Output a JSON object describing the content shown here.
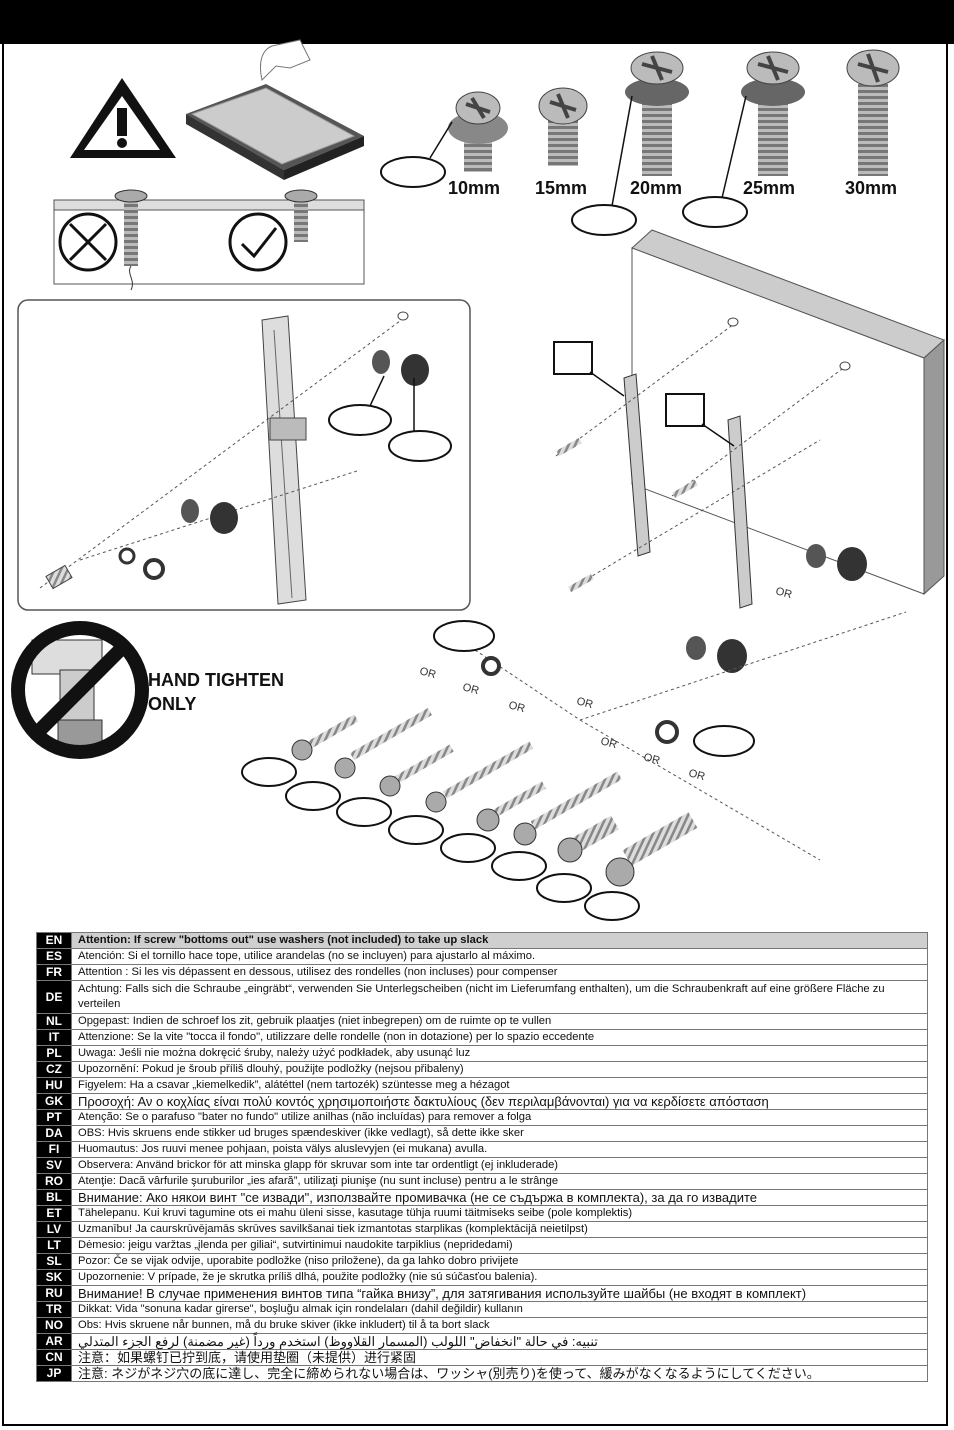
{
  "sizes": [
    "10mm",
    "15mm",
    "20mm",
    "25mm",
    "30mm"
  ],
  "hand_tighten": {
    "line1": "HAND TIGHTEN",
    "line2": "ONLY"
  },
  "or_label": "OR",
  "languages": [
    {
      "code": "EN",
      "text": "Attention: If screw \"bottoms out\" use washers (not included) to take up slack"
    },
    {
      "code": "ES",
      "text": "Atención: Si el tornillo hace tope, utilice arandelas (no se incluyen) para ajustarlo al máximo."
    },
    {
      "code": "FR",
      "text": "Attention : Si les vis dépassent en dessous, utilisez des rondelles (non incluses) pour compenser"
    },
    {
      "code": "DE",
      "text": "Achtung: Falls sich die Schraube „eingräbt“, verwenden Sie Unterlegscheiben (nicht im Lieferumfang enthalten), um die Schraubenkraft auf eine größere Fläche zu verteilen"
    },
    {
      "code": "NL",
      "text": "Opgepast: Indien de schroef los zit, gebruik plaatjes (niet inbegrepen) om de ruimte op te vullen"
    },
    {
      "code": "IT",
      "text": "Attenzione: Se la vite \"tocca il fondo\", utilizzare delle rondelle (non in dotazione) per lo spazio eccedente"
    },
    {
      "code": "PL",
      "text": "Uwaga: Jeśli nie można dokręcić śruby, należy użyć podkładek, aby usunąć luz"
    },
    {
      "code": "CZ",
      "text": "Upozornění: Pokud je šroub příliš dlouhý, použijte podložky (nejsou přibaleny)"
    },
    {
      "code": "HU",
      "text": "Figyelem: Ha a csavar „kiemelkedik”, alátéttel (nem tartozék) szüntesse meg a hézagot"
    },
    {
      "code": "GK",
      "text": "Προσοχή: Αν ο κοχλίας είναι πολύ κοντός χρησιμοποιήστε δακτυλίους (δεν περιλαμβάνονται) για να κερδίσετε απόσταση"
    },
    {
      "code": "PT",
      "text": "Atenção: Se o parafuso \"bater no fundo\" utilize anilhas (não incluídas) para remover a folga"
    },
    {
      "code": "DA",
      "text": "OBS: Hvis skruens ende stikker ud bruges spændeskiver (ikke vedlagt), så dette ikke sker"
    },
    {
      "code": "FI",
      "text": "Huomautus: Jos ruuvi menee pohjaan, poista välys aluslevyjen (ei mukana) avulla."
    },
    {
      "code": "SV",
      "text": "Observera: Använd brickor för att minska glapp för skruvar som inte tar ordentligt (ej inkluderade)"
    },
    {
      "code": "RO",
      "text": "Atenţie: Dacă vârfurile şuruburilor „ies afară”, utilizaţi piunişe (nu sunt incluse) pentru a le strânge"
    },
    {
      "code": "BL",
      "text": "Внимание: Ако някои винт \"се извади\", използвайте промивачка (не се съдържа в комплекта), за да го извадите"
    },
    {
      "code": "ET",
      "text": "Tähelepanu. Kui kruvi tagumine ots ei mahu üleni sisse, kasutage tühja ruumi täitmiseks seibe (pole komplektis)"
    },
    {
      "code": "LV",
      "text": "Uzmanību! Ja caurskrūvējamās skrūves savilkšanai tiek izmantotas starplikas (komplektācijā neietilpst)"
    },
    {
      "code": "LT",
      "text": "Dėmesio: jeigu varžtas „įlenda per giliai“, sutvirtinimui naudokite tarpiklius (nepridedami)"
    },
    {
      "code": "SL",
      "text": "Pozor: Če se vijak odvije, uporabite podložke (niso priložene), da ga lahko dobro privijete"
    },
    {
      "code": "SK",
      "text": "Upozornenie: V prípade, že je skrutka príliš dlhá, použite podložky (nie sú súčasťou balenia)."
    },
    {
      "code": "RU",
      "text": "Внимание! В случае применения винтов типа “гайка внизу”, для затягивания используйте шайбы (не входят в комплект)"
    },
    {
      "code": "TR",
      "text": "Dikkat: Vida \"sonuna kadar girerse\", boşluğu almak için rondelaları (dahil değildir) kullanın"
    },
    {
      "code": "NO",
      "text": "Obs: Hvis skruene når bunnen, må du bruke skiver (ikke inkludert) til å ta bort slack"
    },
    {
      "code": "AR",
      "text": "تنبيه: في حالة \"انخفاض\" اللولب (المسمار القلاووظ) استخدم ورداً (غير مضمنة) لرفع الجزء المتدلي"
    },
    {
      "code": "CN",
      "text": "注意：如果螺钉已拧到底，请使用垫圈（未提供）进行紧固"
    },
    {
      "code": "JP",
      "text": "注意: ネジがネジ穴の底に達し、完全に締められない場合は、ワッシャ(別売り)を使って、緩みがなくなるようにしてください。"
    }
  ]
}
